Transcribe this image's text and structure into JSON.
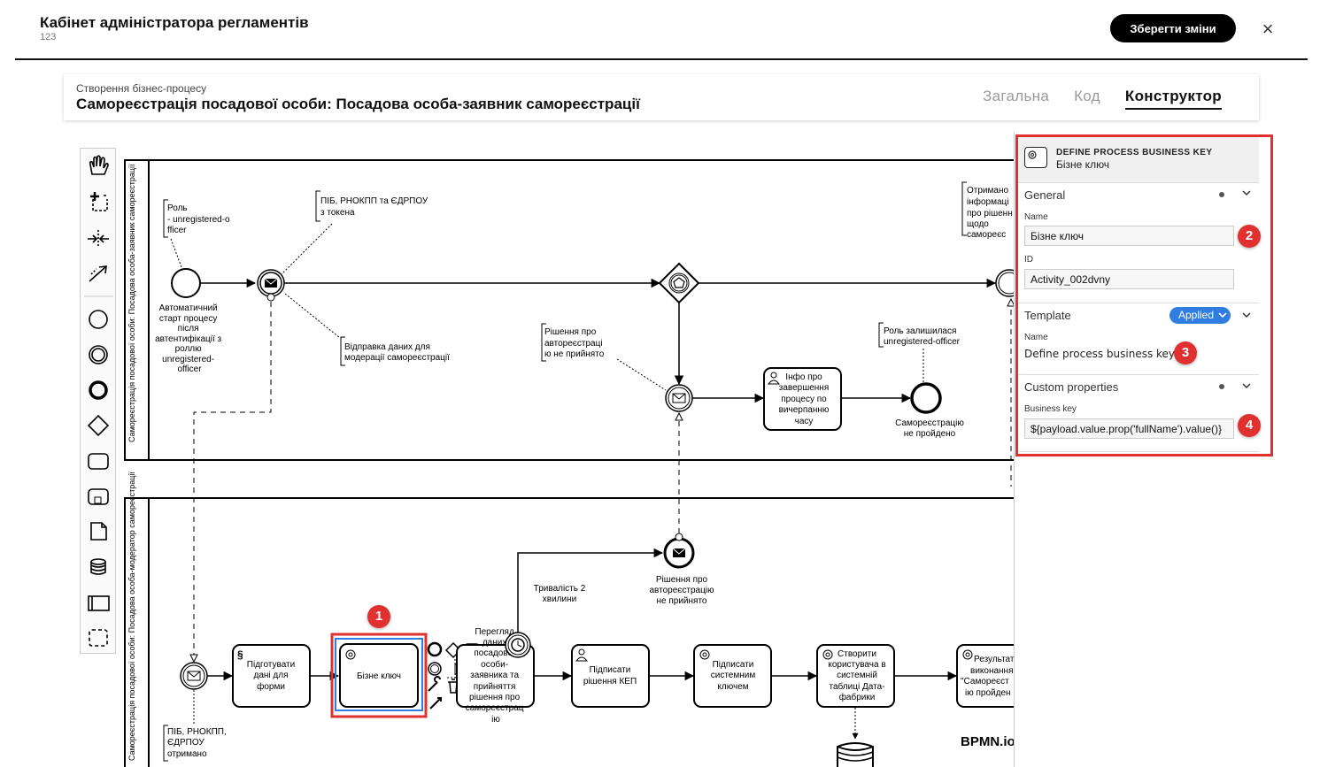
{
  "header": {
    "title": "Кабінет адміністратора регламентів",
    "subtitle": "123",
    "save_label": "Зберегти зміни",
    "close_icon": "×"
  },
  "process": {
    "label": "Створення бізнес-процесу",
    "title": "Самореєстрація посадової особи: Посадова особа-заявник самореєстрації",
    "tabs": [
      {
        "label": "Загальна",
        "active": false
      },
      {
        "label": "Код",
        "active": false
      },
      {
        "label": "Конструктор",
        "active": true
      }
    ]
  },
  "diagram": {
    "lane1_label": "Самореєстрація посадової особи: Посадова особа-заявник самореєстрації",
    "lane2_label": "Самореєстрація посадової особи: Посадова особа-модератор самореєстрації",
    "ann_role": [
      "Роль",
      "- unregistered-o",
      "fficer"
    ],
    "ann_pib": [
      "ПІБ, РНОКПП та ЄДРПОУ",
      "з токена"
    ],
    "ann_send": [
      "Відправка даних для",
      "модерації самореєстрації"
    ],
    "ann_decision": [
      "Рішення про",
      "автореєстраці",
      "ю не прийнято"
    ],
    "ann_role_left": [
      "Роль залишилася",
      "unregistered-officer"
    ],
    "ann_received": [
      "Отримано",
      "інформаці",
      "про рішенн",
      "щодо",
      "самореєс"
    ],
    "start_label": [
      "Автоматичний",
      "старт процесу",
      "після",
      "автентифікації з",
      "роллю",
      "unregistered-",
      "officer"
    ],
    "task_info": [
      "Інфо про",
      "завершення",
      "процесу по",
      "вичерпанню",
      "часу"
    ],
    "end_label": [
      "Самореєстрацію",
      "не пройдено"
    ],
    "event_decision": [
      "Рішення про",
      "автореєстрацію",
      "не прийнято"
    ],
    "timer_label": [
      "Тривалість 2",
      "хвилини"
    ],
    "task_prepare": [
      "Підготувати",
      "дані для",
      "форми"
    ],
    "task_key": "Бізне ключ",
    "task_review": [
      "Перегляд",
      "даних",
      "посадової",
      "особи-",
      "заявника та",
      "прийняття",
      "рішення про",
      "самореєстрац",
      "ію"
    ],
    "task_sign_kep": [
      "Підписати",
      "рішення КЕП"
    ],
    "task_sign_sys": [
      "Підписати",
      "системним",
      "ключем"
    ],
    "task_create": [
      "Створити",
      "користувача в",
      "системній",
      "таблиці Дата-",
      "фабрики"
    ],
    "task_result": [
      "Результат",
      "виконання",
      "\"Самореєст",
      "ію пройден"
    ],
    "ann_pib_bottom": [
      "ПІБ, РНОКПП,",
      "ЄДРПОУ",
      "отримано"
    ],
    "watermark": "BPMN.io"
  },
  "palette": {
    "tools": [
      "hand-tool-icon",
      "lasso-tool-icon",
      "space-tool-icon",
      "connect-tool-icon",
      "start-event-icon",
      "intermediate-event-icon",
      "end-event-icon",
      "gateway-icon",
      "task-icon",
      "subprocess-icon",
      "data-object-icon",
      "data-store-icon",
      "participant-icon",
      "group-icon"
    ]
  },
  "properties": {
    "type": "DEFINE PROCESS BUSINESS KEY",
    "name": "Бізне ключ",
    "general": {
      "title": "General",
      "name_label": "Name",
      "name_value": "Бізне ключ",
      "id_label": "ID",
      "id_value": "Activity_002dvny"
    },
    "template": {
      "title": "Template",
      "badge": "Applied",
      "name_label": "Name",
      "name_value": "Define process business key"
    },
    "custom": {
      "title": "Custom properties",
      "key_label": "Business key",
      "key_value": "${payload.value.prop('fullName').value()}"
    }
  },
  "badges": [
    "1",
    "2",
    "3",
    "4"
  ],
  "colors": {
    "highlight": "#e03030",
    "selection": "#2f7de1",
    "badge_blue": "#2f7de1"
  }
}
